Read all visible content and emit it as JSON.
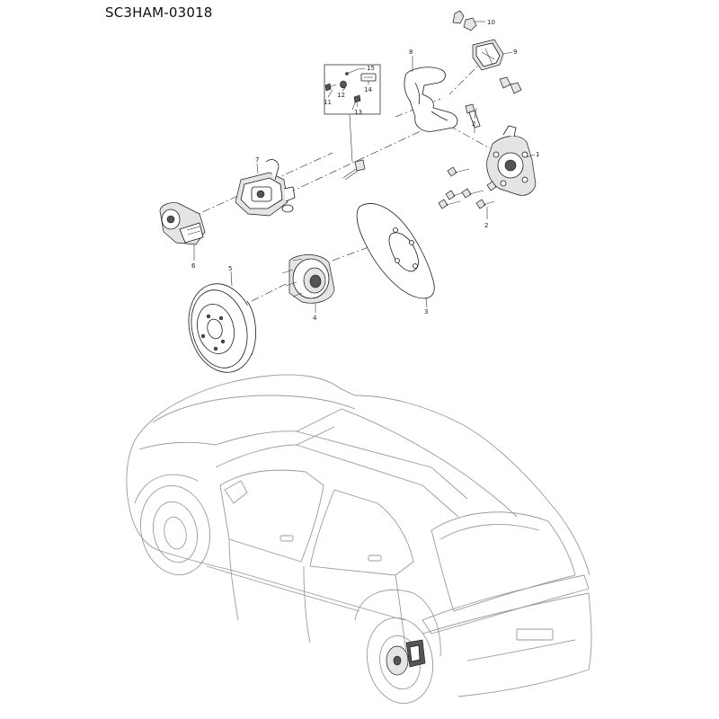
{
  "document": {
    "id": "SC3HAM-03018"
  },
  "callouts": [
    "1",
    "2",
    "2",
    "3",
    "4",
    "5",
    "6",
    "7",
    "8",
    "9",
    "10",
    "11",
    "12",
    "13",
    "14",
    "15"
  ],
  "colors": {
    "line": "#1a1a1a",
    "car_outline": "#9a9a9a",
    "background": "#ffffff"
  }
}
